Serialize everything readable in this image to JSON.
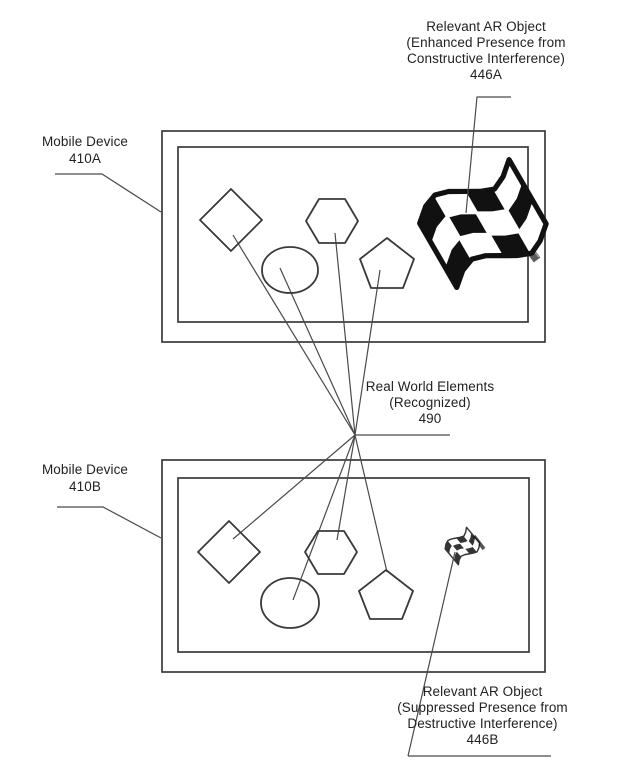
{
  "labels": {
    "ar_object_a": {
      "lines": [
        "Relevant AR Object",
        "(Enhanced Presence from",
        "Constructive Interference)",
        "446A"
      ]
    },
    "mobile_device_a": {
      "lines": [
        "Mobile Device",
        "410A"
      ]
    },
    "real_world_elements": {
      "lines": [
        "Real World Elements",
        "(Recognized)",
        "490"
      ]
    },
    "mobile_device_b": {
      "lines": [
        "Mobile Device",
        "410B"
      ]
    },
    "ar_object_b": {
      "lines": [
        "Relevant AR Object",
        "(Suppressed Presence from",
        "Destructive Interference)",
        "446B"
      ]
    }
  },
  "colors": {
    "ink": "#3a3a3a",
    "background": "#ffffff",
    "flag_dark": "#111111"
  }
}
